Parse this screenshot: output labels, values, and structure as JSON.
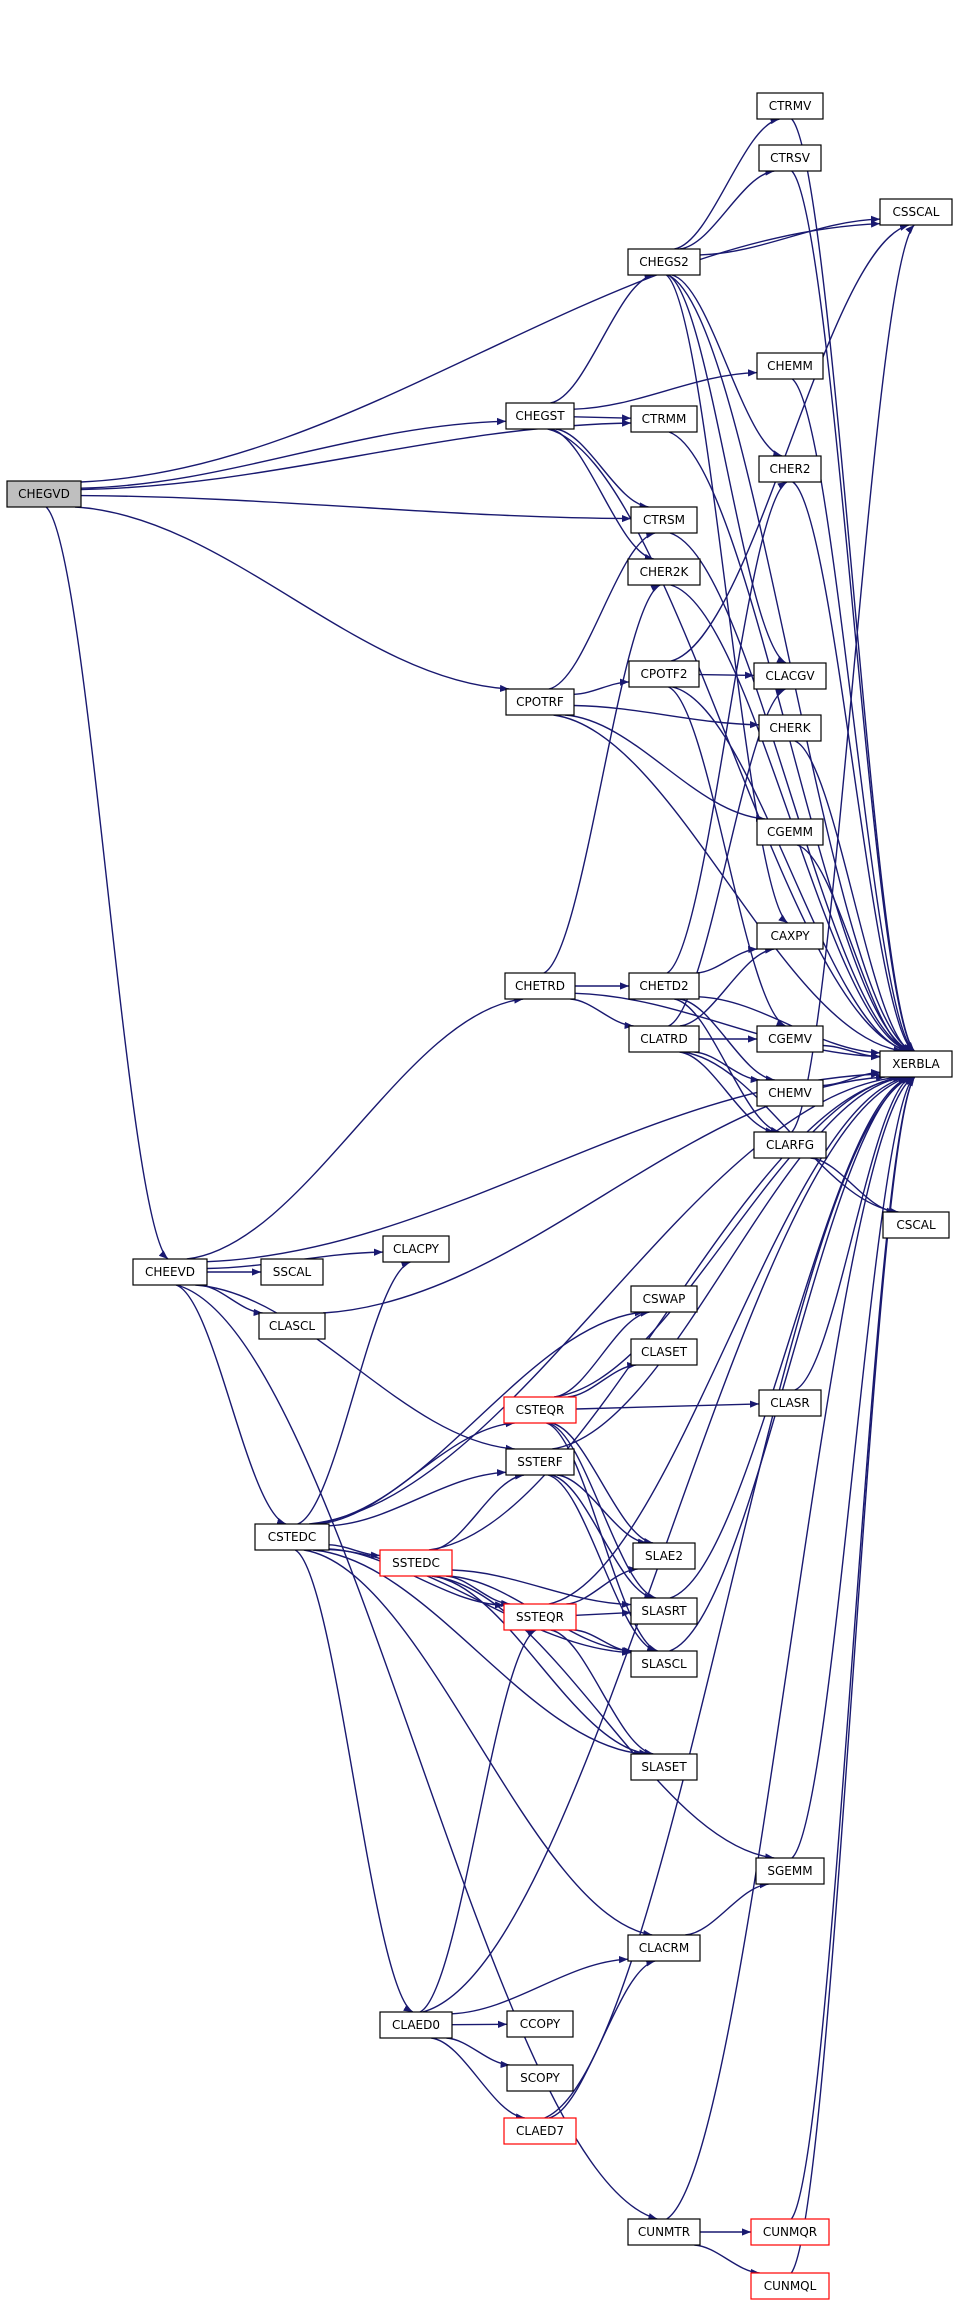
{
  "colors": {
    "edge": "#191970",
    "box_border": "#000000",
    "box_border_red": "#ff0000",
    "root_fill": "#bfbfbf",
    "box_fill": "#ffffff"
  },
  "nodes": {
    "CHEGVD": "CHEGVD",
    "CHEEVD": "CHEEVD",
    "CHEGST": "CHEGST",
    "CPOTRF": "CPOTRF",
    "CHETRD": "CHETRD",
    "CSTEDC": "CSTEDC",
    "SSCAL": "SSCAL",
    "CLASCL": "CLASCL",
    "CLACPY": "CLACPY",
    "CHEGS2": "CHEGS2",
    "CTRMM": "CTRMM",
    "CTRSM": "CTRSM",
    "CHER2K": "CHER2K",
    "CPOTF2": "CPOTF2",
    "CHETD2": "CHETD2",
    "CLATRD": "CLATRD",
    "CSWAP": "CSWAP",
    "CLASET": "CLASET",
    "CSTEQR": "CSTEQR",
    "SSTERF": "SSTERF",
    "SSTEDC": "SSTEDC",
    "SLAE2": "SLAE2",
    "SSTEQR": "SSTEQR",
    "SLASRT": "SLASRT",
    "SLASCL": "SLASCL",
    "SLASET": "SLASET",
    "CLACRM": "CLACRM",
    "CLAED0": "CLAED0",
    "CCOPY": "CCOPY",
    "SCOPY": "SCOPY",
    "CLAED7": "CLAED7",
    "CUNMTR": "CUNMTR",
    "CTRMV": "CTRMV",
    "CTRSV": "CTRSV",
    "CHEMM": "CHEMM",
    "CHER2": "CHER2",
    "CLACGV": "CLACGV",
    "CHERK": "CHERK",
    "CGEMM": "CGEMM",
    "CAXPY": "CAXPY",
    "CGEMV": "CGEMV",
    "CHEMV": "CHEMV",
    "CLARFG": "CLARFG",
    "CLASR": "CLASR",
    "SGEMM": "SGEMM",
    "CUNMQR": "CUNMQR",
    "CUNMQL": "CUNMQL",
    "CSSCAL": "CSSCAL",
    "XERBLA": "XERBLA",
    "CSCAL": "CSCAL"
  },
  "red_nodes": [
    "CSTEQR",
    "SSTEDC",
    "SSTEQR",
    "CLAED7",
    "CUNMQR",
    "CUNMQL"
  ],
  "root_node": "CHEGVD",
  "edges": [
    [
      "CHEGVD",
      "CHEGST"
    ],
    [
      "CHEGVD",
      "CTRMM"
    ],
    [
      "CHEGVD",
      "CTRSM"
    ],
    [
      "CHEGVD",
      "CPOTRF"
    ],
    [
      "CHEGVD",
      "CHEEVD"
    ],
    [
      "CHEGVD",
      "CSSCAL"
    ],
    [
      "CHEGST",
      "CHEGS2"
    ],
    [
      "CHEGST",
      "CTRMM"
    ],
    [
      "CHEGST",
      "CTRSM"
    ],
    [
      "CHEGST",
      "CHER2K"
    ],
    [
      "CHEGST",
      "CHEMM"
    ],
    [
      "CHEGST",
      "XERBLA"
    ],
    [
      "CHEGS2",
      "CTRMV"
    ],
    [
      "CHEGS2",
      "CTRSV"
    ],
    [
      "CHEGS2",
      "CSSCAL"
    ],
    [
      "CHEGS2",
      "CHER2"
    ],
    [
      "CHEGS2",
      "CLACGV"
    ],
    [
      "CHEGS2",
      "CAXPY"
    ],
    [
      "CHEGS2",
      "XERBLA"
    ],
    [
      "CPOTRF",
      "CPOTF2"
    ],
    [
      "CPOTRF",
      "CTRSM"
    ],
    [
      "CPOTRF",
      "CHERK"
    ],
    [
      "CPOTRF",
      "CGEMM"
    ],
    [
      "CPOTRF",
      "XERBLA"
    ],
    [
      "CPOTF2",
      "CLACGV"
    ],
    [
      "CPOTF2",
      "CSSCAL"
    ],
    [
      "CPOTF2",
      "CGEMV"
    ],
    [
      "CPOTF2",
      "XERBLA"
    ],
    [
      "CHEEVD",
      "SSCAL"
    ],
    [
      "CHEEVD",
      "CLASCL"
    ],
    [
      "CHEEVD",
      "CLACPY"
    ],
    [
      "CHEEVD",
      "CHETRD"
    ],
    [
      "CHEEVD",
      "CSTEDC"
    ],
    [
      "CHEEVD",
      "SSTERF"
    ],
    [
      "CHEEVD",
      "CUNMTR"
    ],
    [
      "CHEEVD",
      "XERBLA"
    ],
    [
      "CHETRD",
      "CHETD2"
    ],
    [
      "CHETRD",
      "CLATRD"
    ],
    [
      "CHETRD",
      "CHER2K"
    ],
    [
      "CHETRD",
      "XERBLA"
    ],
    [
      "CHETD2",
      "CAXPY"
    ],
    [
      "CHETD2",
      "CHER2"
    ],
    [
      "CHETD2",
      "CHEMV"
    ],
    [
      "CHETD2",
      "CLARFG"
    ],
    [
      "CHETD2",
      "XERBLA"
    ],
    [
      "CLATRD",
      "CAXPY"
    ],
    [
      "CLATRD",
      "CGEMV"
    ],
    [
      "CLATRD",
      "CHEMV"
    ],
    [
      "CLATRD",
      "CLARFG"
    ],
    [
      "CLATRD",
      "CLACGV"
    ],
    [
      "CLATRD",
      "CSCAL"
    ],
    [
      "CSTEDC",
      "CLACPY"
    ],
    [
      "CSTEDC",
      "CSWAP"
    ],
    [
      "CSTEDC",
      "CSTEQR"
    ],
    [
      "CSTEDC",
      "SSTERF"
    ],
    [
      "CSTEDC",
      "SSTEDC"
    ],
    [
      "CSTEDC",
      "SSTEQR"
    ],
    [
      "CSTEDC",
      "SLASCL"
    ],
    [
      "CSTEDC",
      "SLASET"
    ],
    [
      "CSTEDC",
      "CLACRM"
    ],
    [
      "CSTEDC",
      "CLAED0"
    ],
    [
      "CSTEDC",
      "XERBLA"
    ],
    [
      "CSTEQR",
      "CSWAP"
    ],
    [
      "CSTEQR",
      "CLASET"
    ],
    [
      "CSTEQR",
      "CLASR"
    ],
    [
      "CSTEQR",
      "SLAE2"
    ],
    [
      "CSTEQR",
      "SLASRT"
    ],
    [
      "CSTEQR",
      "SLASCL"
    ],
    [
      "CSTEQR",
      "XERBLA"
    ],
    [
      "SSTERF",
      "SLAE2"
    ],
    [
      "SSTERF",
      "SLASRT"
    ],
    [
      "SSTERF",
      "SLASCL"
    ],
    [
      "SSTERF",
      "XERBLA"
    ],
    [
      "SSTEDC",
      "SSTERF"
    ],
    [
      "SSTEDC",
      "SSTEQR"
    ],
    [
      "SSTEDC",
      "SLASRT"
    ],
    [
      "SSTEDC",
      "SLASCL"
    ],
    [
      "SSTEDC",
      "SLASET"
    ],
    [
      "SSTEDC",
      "SGEMM"
    ],
    [
      "SSTEDC",
      "XERBLA"
    ],
    [
      "SSTEQR",
      "SLAE2"
    ],
    [
      "SSTEQR",
      "SLASRT"
    ],
    [
      "SSTEQR",
      "SLASCL"
    ],
    [
      "SSTEQR",
      "SLASET"
    ],
    [
      "SSTEQR",
      "XERBLA"
    ],
    [
      "CLAED0",
      "SSTEQR"
    ],
    [
      "CLAED0",
      "CLACRM"
    ],
    [
      "CLAED0",
      "CCOPY"
    ],
    [
      "CLAED0",
      "SCOPY"
    ],
    [
      "CLAED0",
      "CLAED7"
    ],
    [
      "CLAED0",
      "XERBLA"
    ],
    [
      "CLAED7",
      "CLACRM"
    ],
    [
      "CLAED7",
      "XERBLA"
    ],
    [
      "CLACRM",
      "SGEMM"
    ],
    [
      "CUNMTR",
      "CUNMQR"
    ],
    [
      "CUNMTR",
      "CUNMQL"
    ],
    [
      "CUNMTR",
      "XERBLA"
    ],
    [
      "CLASCL",
      "XERBLA"
    ],
    [
      "CTRMV",
      "XERBLA"
    ],
    [
      "CTRSV",
      "XERBLA"
    ],
    [
      "CTRMM",
      "XERBLA"
    ],
    [
      "CTRSM",
      "XERBLA"
    ],
    [
      "CHER2K",
      "XERBLA"
    ],
    [
      "CHEMM",
      "XERBLA"
    ],
    [
      "CHER2",
      "XERBLA"
    ],
    [
      "CHERK",
      "XERBLA"
    ],
    [
      "CGEMM",
      "XERBLA"
    ],
    [
      "CGEMV",
      "XERBLA"
    ],
    [
      "CHEMV",
      "XERBLA"
    ],
    [
      "CLARFG",
      "CSSCAL"
    ],
    [
      "CLARFG",
      "CSCAL"
    ],
    [
      "CLASR",
      "XERBLA"
    ],
    [
      "SGEMM",
      "XERBLA"
    ],
    [
      "SLASRT",
      "XERBLA"
    ],
    [
      "SLASCL",
      "XERBLA"
    ],
    [
      "CUNMQR",
      "XERBLA"
    ],
    [
      "CUNMQL",
      "XERBLA"
    ]
  ]
}
